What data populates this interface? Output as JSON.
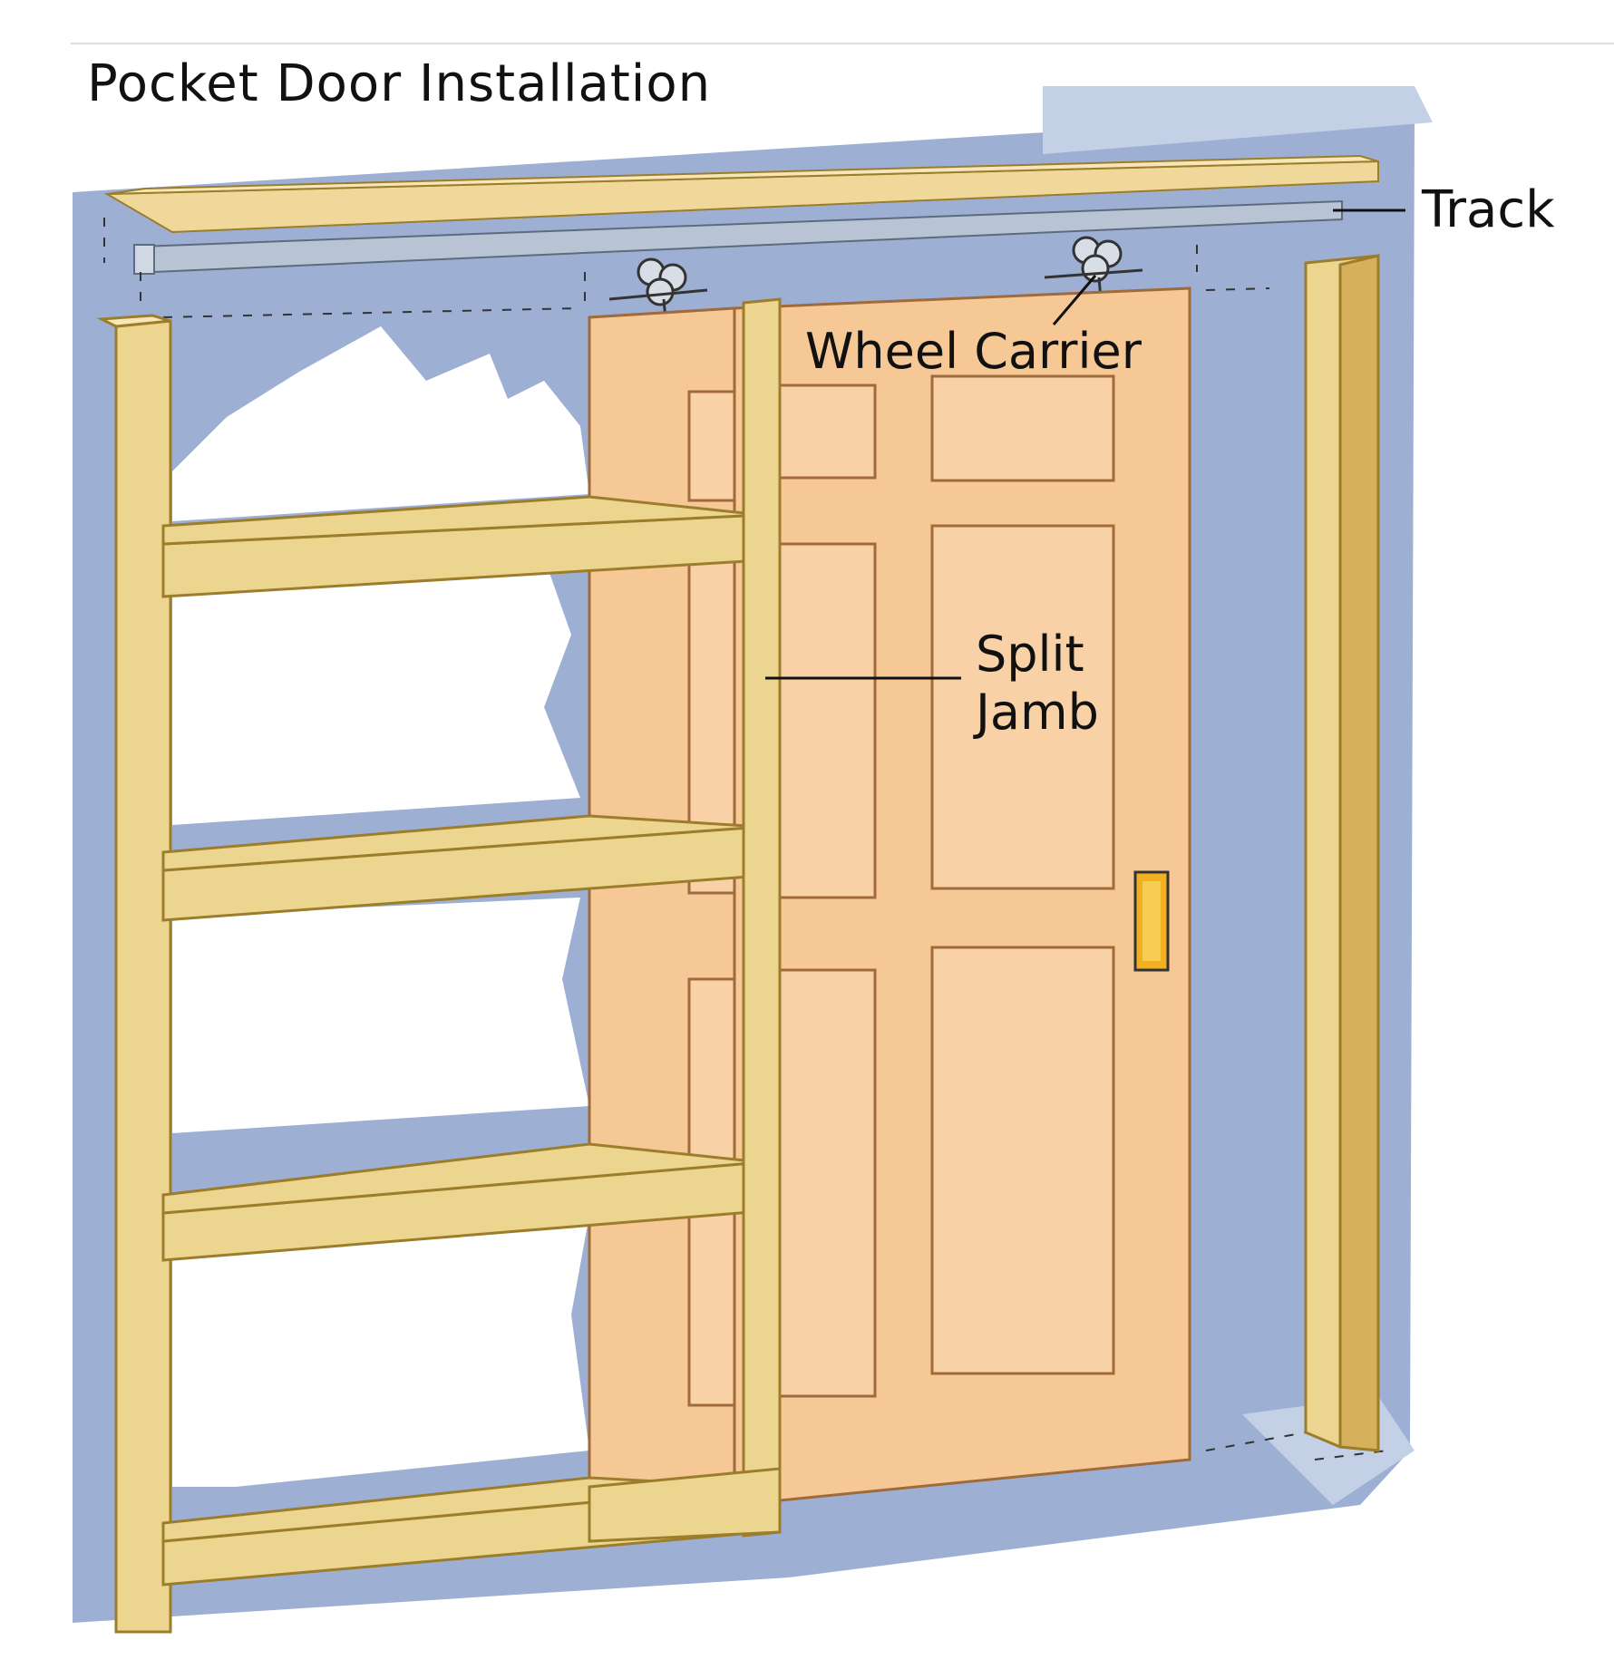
{
  "title": "Pocket Door Installation",
  "labels": {
    "track": "Track",
    "wheel_carrier": "Wheel Carrier",
    "split_jamb_line1": "Split",
    "split_jamb_line2": "Jamb"
  },
  "colors": {
    "wall": "#9db0d4",
    "wall_light": "#c4d0e6",
    "stud": "#ecd58f",
    "stud_edge": "#9c7d2c",
    "door": "#f6c896",
    "door_panel": "#f8d2a6",
    "door_edge": "#a06a3a",
    "track": "#b8c4d4",
    "handle": "#f0b020",
    "text": "#111111"
  }
}
